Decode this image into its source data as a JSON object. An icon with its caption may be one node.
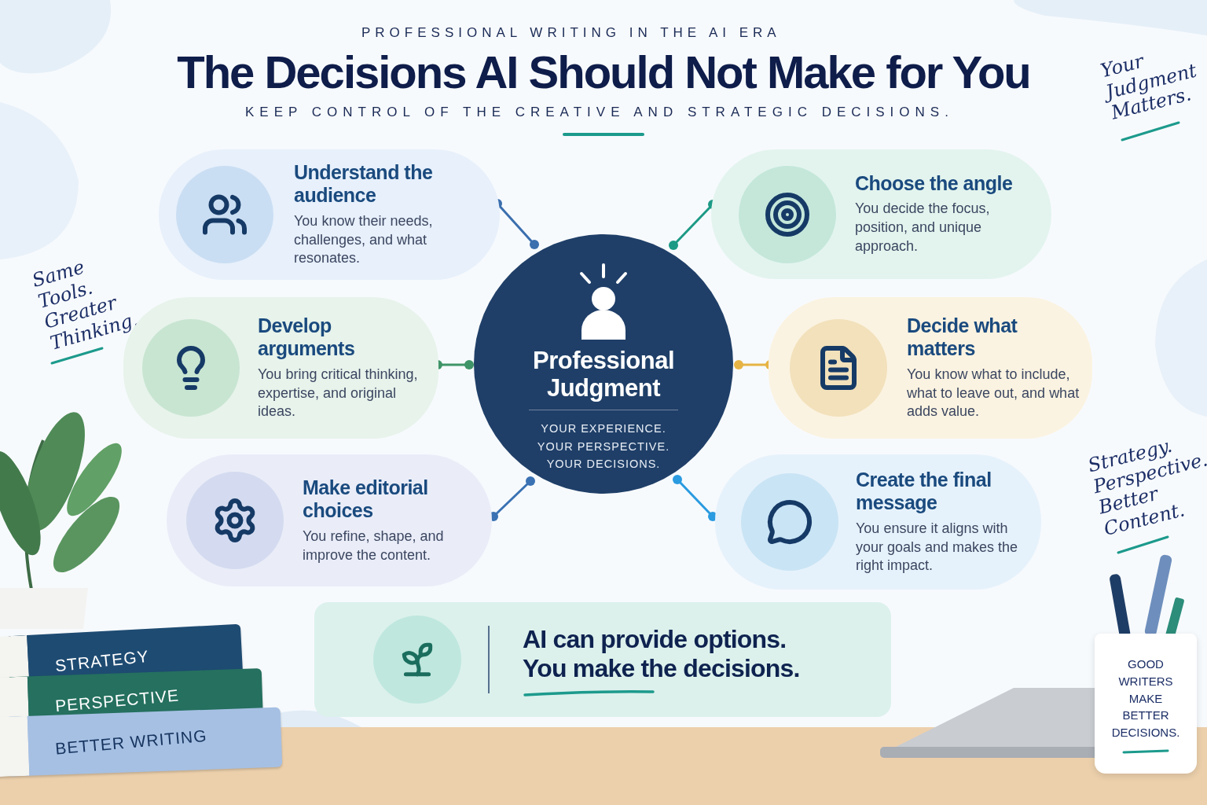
{
  "diagram": {
    "title": "The Decisions AI Should Not Make for You",
    "nodes": [
      {
        "text": [
          "Professional Judgment",
          "YOUR EXPERIENCE. YOUR PERSPECTIVE. YOUR DECISIONS."
        ]
      },
      {
        "text": [
          "Understand the audience",
          "You know their needs, challenges, and what resonates."
        ]
      },
      {
        "text": [
          "Choose the angle",
          "You decide the focus, position, and unique approach."
        ]
      },
      {
        "text": [
          "Develop arguments",
          "You bring critical thinking, expertise, and original ideas."
        ]
      },
      {
        "text": [
          "Decide what matters",
          "You know what to include, what to leave out, and what adds value."
        ]
      },
      {
        "text": [
          "Make editorial choices",
          "You refine, shape, and improve the content."
        ]
      },
      {
        "text": [
          "Create the final message",
          "You ensure it aligns with your goals and makes the right impact."
        ]
      },
      {
        "text": [
          "AI can provide options. You make the decisions."
        ]
      }
    ],
    "edges": [
      {
        "from": 0,
        "to": 1,
        "arrow": "other",
        "color": "#3b6fae"
      },
      {
        "from": 0,
        "to": 2,
        "arrow": "other",
        "color": "#1c9a86"
      },
      {
        "from": 0,
        "to": 3,
        "arrow": "other",
        "color": "#3f9468"
      },
      {
        "from": 0,
        "to": 4,
        "arrow": "other",
        "color": "#e6b444"
      },
      {
        "from": 0,
        "to": 5,
        "arrow": "other",
        "color": "#3a72b3"
      },
      {
        "from": 0,
        "to": 6,
        "arrow": "other",
        "color": "#2a9be0"
      }
    ],
    "labels": [
      "PROFESSIONAL WRITING IN THE AI ERA",
      "Your Judgment Matters.",
      "KEEP CONTROL OF THE CREATIVE AND STRATEGIC DECISIONS.",
      "Same Tools. Greater Thinking.",
      "Strategy. Perspective. Better Content.",
      "STRATEGY",
      "GOOD WRITERS MAKE BETTER DECISIONS.",
      "PERSPECTIVE",
      "BETTER WRITING"
    ]
  }
}
